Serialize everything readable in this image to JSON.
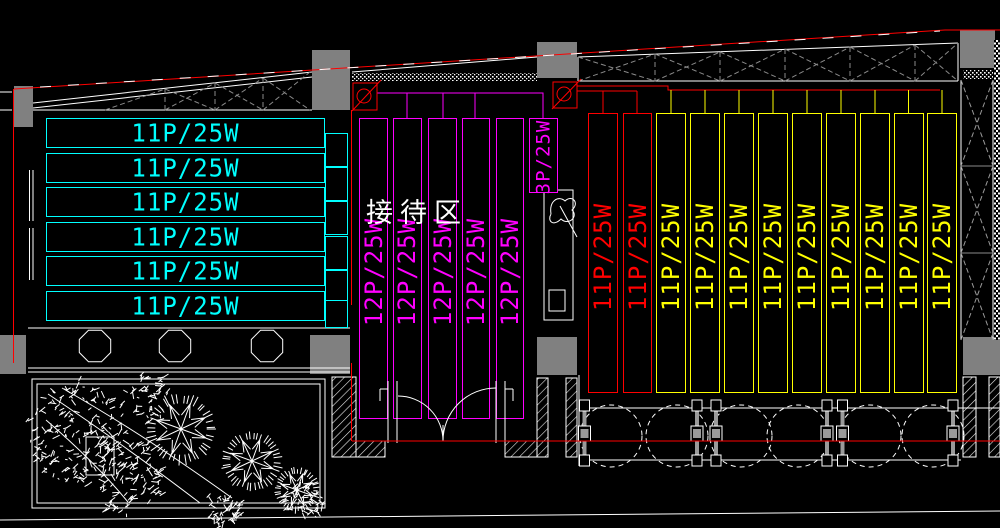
{
  "reception": {
    "label": "接待区"
  },
  "fixtures": {
    "cyan": {
      "label": "11P/25W",
      "count": 6,
      "color": "#00ffff",
      "orientation": "horizontal"
    },
    "magenta": {
      "label": "12P/25W",
      "count": 5,
      "color": "#ff00ff",
      "orientation": "vertical"
    },
    "magenta_short": {
      "label": "3P/25W",
      "count": 1,
      "color": "#ff00ff",
      "orientation": "vertical"
    },
    "red": {
      "label": "11P/25W",
      "count": 2,
      "color": "#ff0000",
      "orientation": "vertical"
    },
    "yellow": {
      "label": "11P/25W",
      "count": 9,
      "color": "#ffff00",
      "orientation": "vertical"
    }
  },
  "colors": {
    "background": "#000000",
    "structure_line": "#ffffff",
    "boundary_line": "#ff0000",
    "column_fill": "#808080",
    "truss_line": "#8a8a8a"
  },
  "symbols": {
    "power_switch": "circle-slash"
  }
}
